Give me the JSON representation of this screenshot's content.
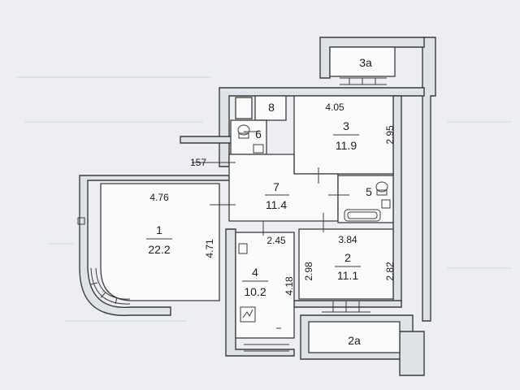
{
  "plan": {
    "rooms": [
      {
        "id": "1",
        "area": "22.2",
        "dim_top": "4.76",
        "dim_side": "4.71"
      },
      {
        "id": "2",
        "area": "11.1",
        "dim_top": "3.84",
        "dim_left": "2.98",
        "dim_right": "2.82"
      },
      {
        "id": "3",
        "area": "11.9",
        "dim_top": "4.05",
        "dim_right": "2.95"
      },
      {
        "id": "4",
        "area": "10.2",
        "dim_top": "2.45",
        "dim_right": "4.18"
      },
      {
        "id": "5"
      },
      {
        "id": "6"
      },
      {
        "id": "7",
        "area": "11.4"
      },
      {
        "id": "8"
      },
      {
        "id": "3a"
      },
      {
        "id": "2a"
      }
    ],
    "ceiling_height_label": "157"
  }
}
